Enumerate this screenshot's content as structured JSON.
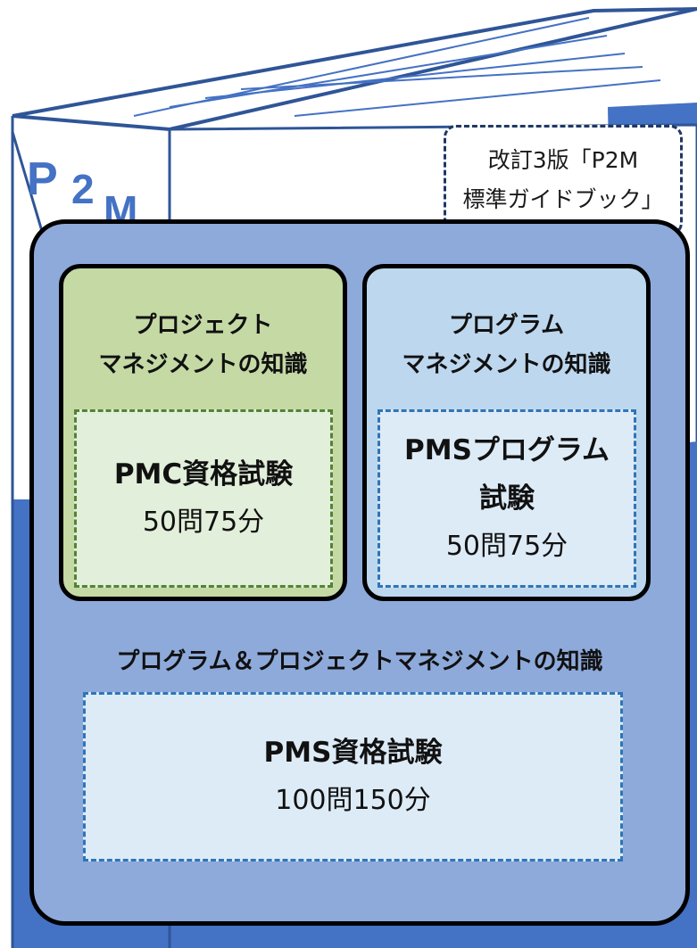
{
  "book": {
    "logo": "P2M",
    "note": [
      "改訂3版「P2M",
      "標準ガイドブック」"
    ]
  },
  "left_card": {
    "title": [
      "プロジェクト",
      "マネジメントの知識"
    ],
    "exam_name": "PMC資格試験",
    "exam_time": "50問75分"
  },
  "right_card": {
    "title": [
      "プログラム",
      "マネジメントの知識"
    ],
    "exam_name": [
      "PMSプログラム",
      "試験"
    ],
    "exam_time": "50問75分"
  },
  "bottom": {
    "title": "プログラム＆プロジェクトマネジメントの知識",
    "exam_name": "PMS資格試験",
    "exam_time": "100問150分"
  },
  "colors": {
    "book_blue": "#4472c4",
    "main_box": "#8eaadb",
    "left_card": "#c5d9a5",
    "right_card": "#bdd7ee"
  }
}
